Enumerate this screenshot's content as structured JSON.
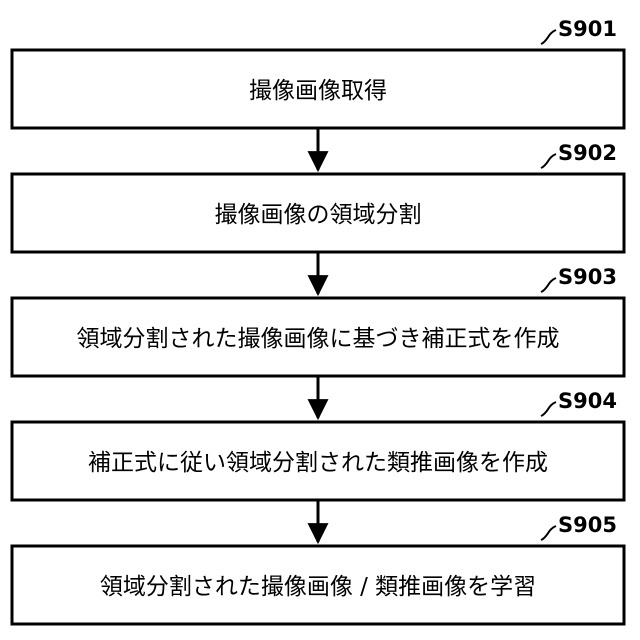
{
  "steps": [
    {
      "id": "S901",
      "text": "撮像画像取得"
    },
    {
      "id": "S902",
      "text": "撮像画像の領域分割"
    },
    {
      "id": "S903",
      "text": "領域分割された撮像画像に基づき補正式を作成"
    },
    {
      "id": "S904",
      "text": "補正式に従い領域分割された類推画像を作成"
    },
    {
      "id": "S905",
      "text": "領域分割された撮像画像 / 類推画像を学習"
    }
  ]
}
